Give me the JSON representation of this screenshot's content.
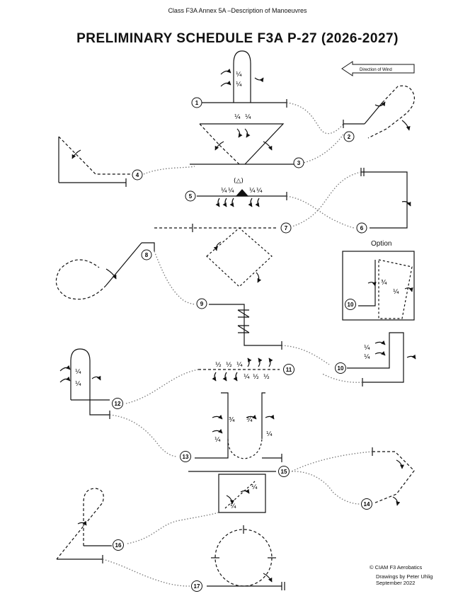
{
  "header": {
    "annex": "Class F3A Annex 5A –Description of Manoeuvres"
  },
  "title": "PRELIMINARY SCHEDULE F3A P-27 (2026-2027)",
  "wind": {
    "label": "Direction of Wind"
  },
  "option": {
    "label": "Option"
  },
  "manoeuvres": [
    "1",
    "2",
    "3",
    "4",
    "5",
    "6",
    "7",
    "8",
    "9",
    "10",
    "10",
    "11",
    "12",
    "13",
    "14",
    "15",
    "16",
    "17"
  ],
  "fractions": {
    "quarter": "¼",
    "three_quarter": "¾",
    "half": "½",
    "snap": "(△)"
  },
  "credits": {
    "line1": "© CIAM F3 Aerobatics",
    "line2": "Drawings by Peter Uhlig",
    "line3": "September 2022"
  },
  "colors": {
    "line": "#111111",
    "dotted": "#777777",
    "arrowFill": "#ffffff"
  }
}
